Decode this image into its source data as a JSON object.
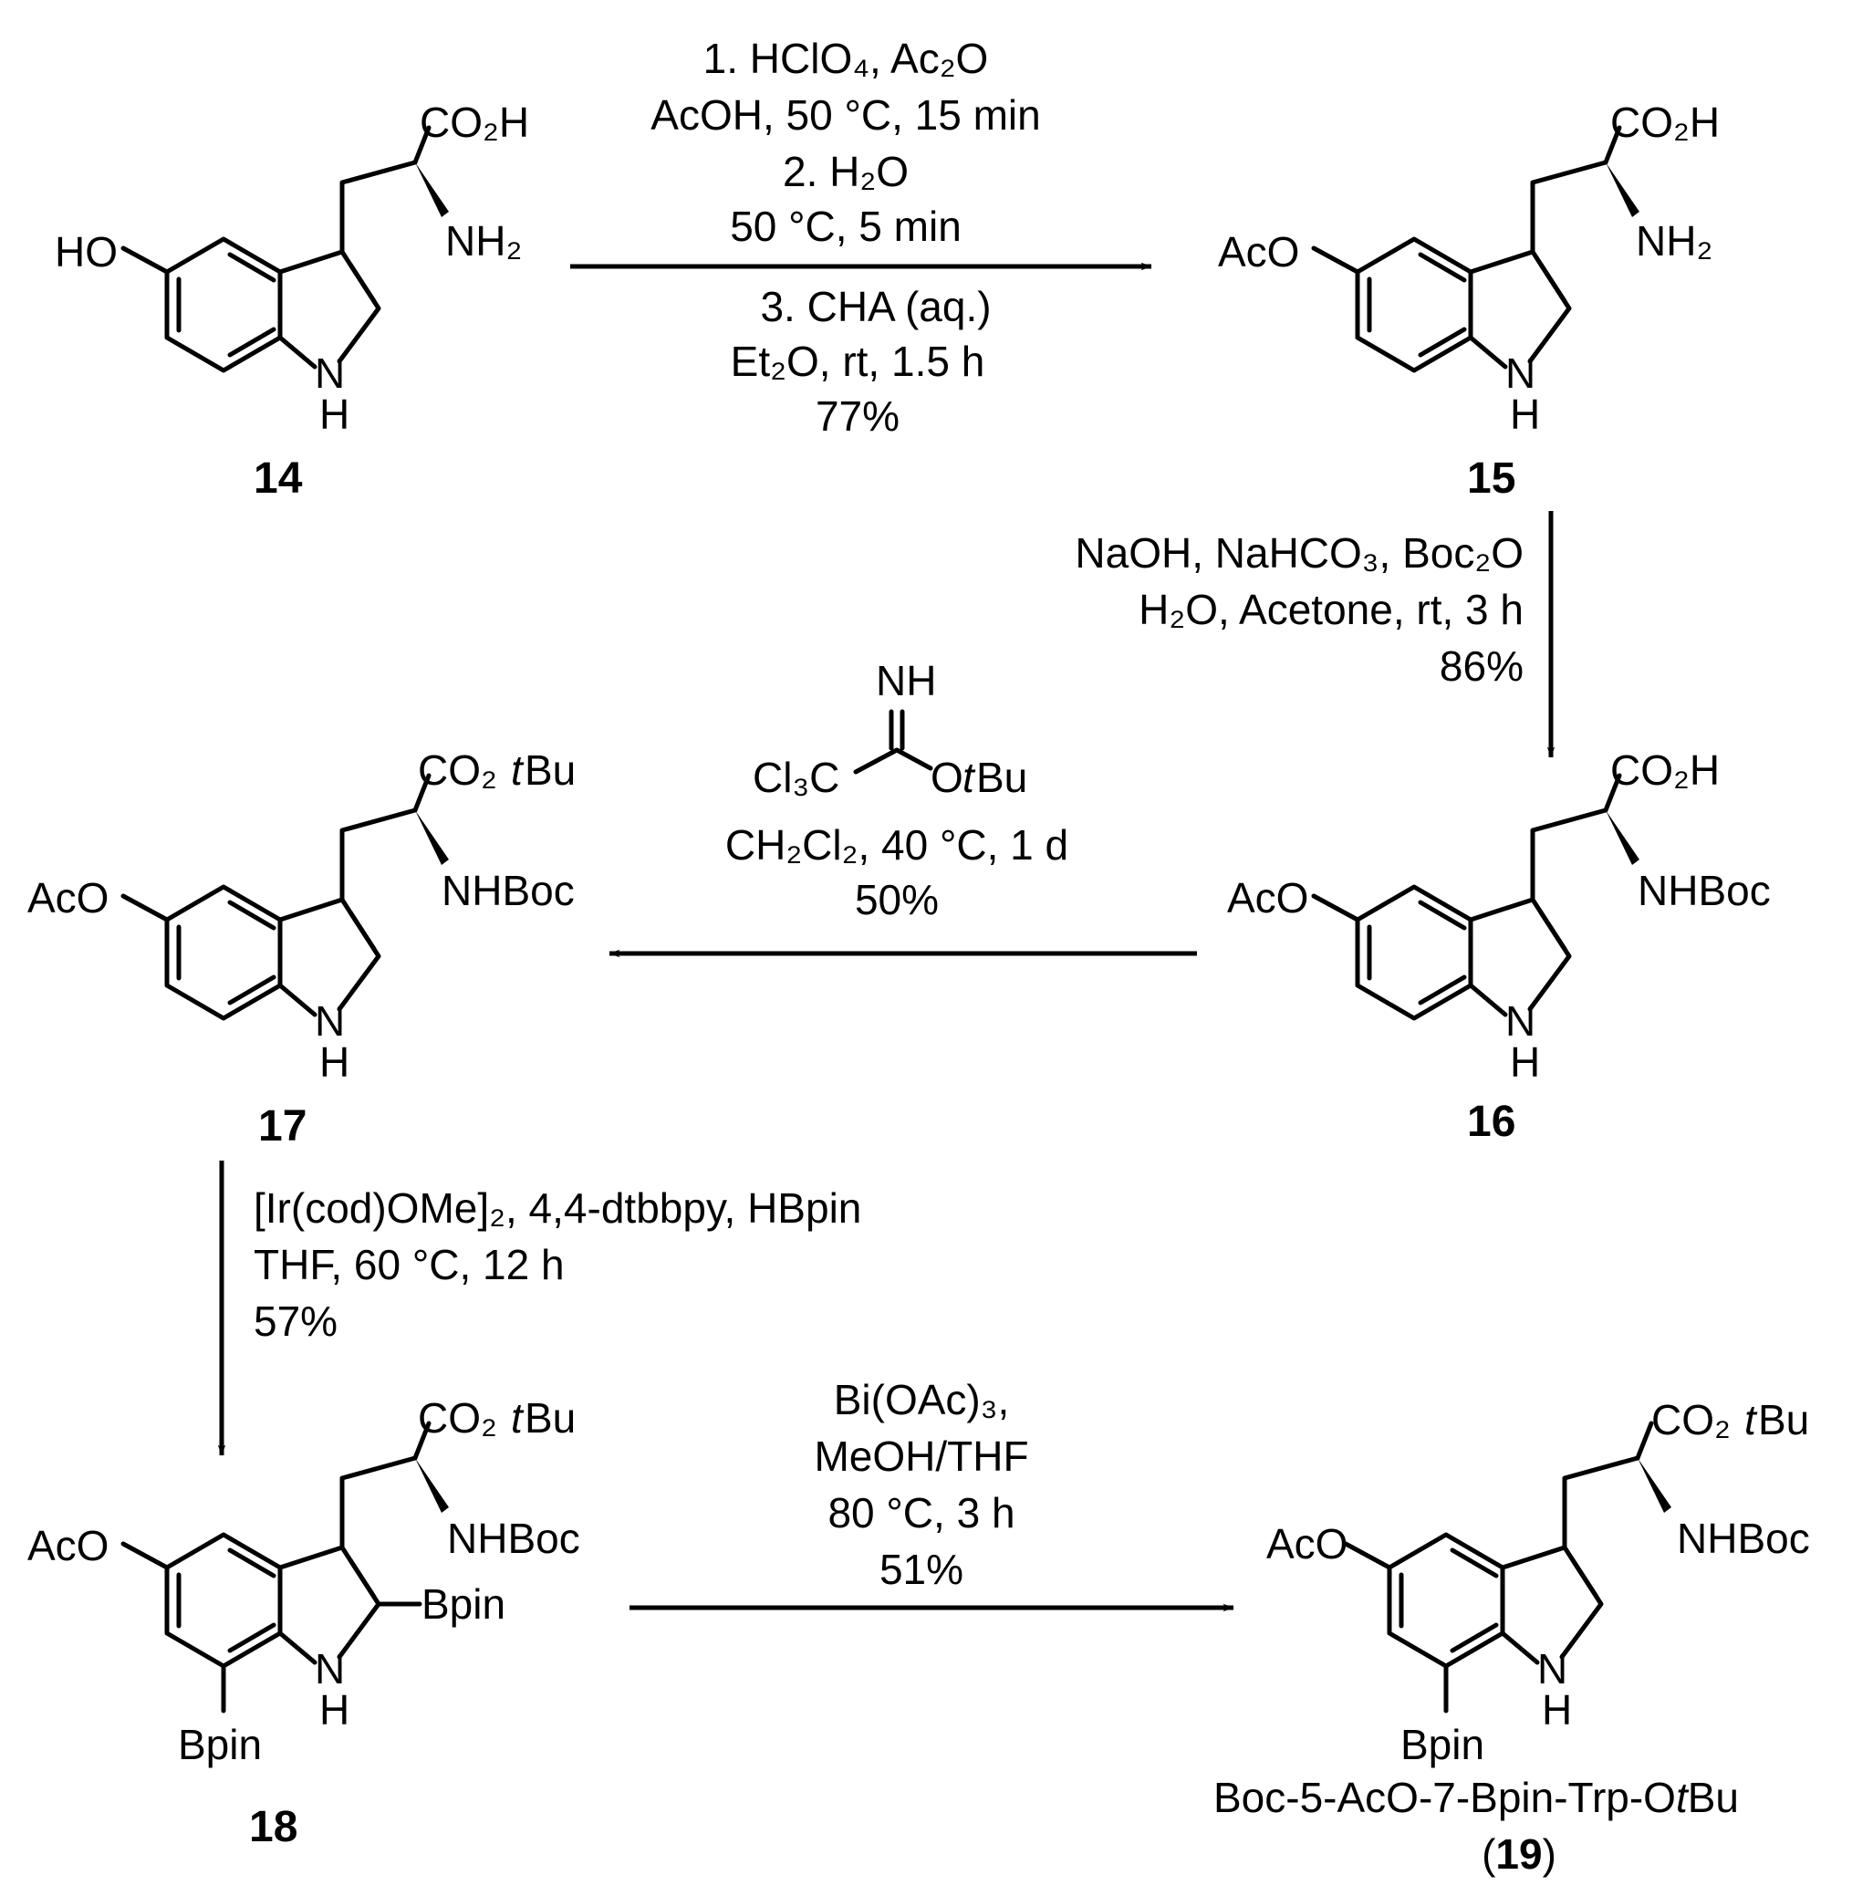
{
  "compounds": {
    "c14": {
      "label": "14",
      "sub_ho": "HO",
      "sub_co2h": "CO₂H",
      "sub_nh2": "NH₂",
      "sub_nh": "N",
      "sub_h": "H"
    },
    "c15": {
      "label": "15",
      "sub_aco": "AcO",
      "sub_co2h": "CO₂H",
      "sub_nh2": "NH₂",
      "sub_nh": "N",
      "sub_h": "H"
    },
    "c16": {
      "label": "16",
      "sub_aco": "AcO",
      "sub_co2h": "CO₂H",
      "sub_nh": "NHBoc",
      "sub_n": "N",
      "sub_h": "H"
    },
    "c17": {
      "label": "17",
      "sub_aco": "AcO",
      "sub_co2": "CO₂",
      "sub_tbu": "t",
      "sub_bu": "Bu",
      "sub_nh": "NHBoc",
      "sub_n": "N",
      "sub_h": "H"
    },
    "c18": {
      "label": "18",
      "sub_aco": "AcO",
      "sub_co2": "CO₂",
      "sub_tbu": "t",
      "sub_bu": "Bu",
      "sub_nh": "NHBoc",
      "sub_bpin2": "Bpin",
      "sub_bpin7": "Bpin",
      "sub_n": "N",
      "sub_h": "H"
    },
    "c19": {
      "name": "Boc-5-AcO-7-Bpin-Trp-O",
      "name_t": "t",
      "name_bu": "Bu",
      "label_open": "(",
      "label": "19",
      "label_close": ")",
      "sub_aco": "AcO",
      "sub_co2": "CO₂",
      "sub_tbu": "t",
      "sub_bu": "Bu",
      "sub_nh": "NHBoc",
      "sub_bpin7": "Bpin",
      "sub_n": "N",
      "sub_h": "H"
    }
  },
  "steps": {
    "s1": {
      "l1": "1. HClO₄, Ac₂O",
      "l2": "AcOH, 50 °C, 15 min",
      "l3": "2. H₂O",
      "l4": "50 °C, 5 min",
      "l5": "3. CHA (aq.)",
      "l6": "Et₂O, rt, 1.5 h",
      "l7": "77%"
    },
    "s2": {
      "l1": "NaOH, NaHCO₃, Boc₂O",
      "l2": "H₂O, Acetone, rt, 3 h",
      "l3": "86%"
    },
    "s3": {
      "nh": "NH",
      "cl3c": "Cl₃C",
      "o": "O",
      "t": "t",
      "bu": "Bu",
      "l1": "CH₂Cl₂, 40 °C, 1 d",
      "l2": "50%"
    },
    "s4": {
      "l1": "[Ir(cod)OMe]₂, 4,4-dtbbpy, HBpin",
      "l2": "THF, 60 °C, 12 h",
      "l3": "57%"
    },
    "s5": {
      "l1": "Bi(OAc)₃,",
      "l2": "MeOH/THF",
      "l3": "80 °C, 3 h",
      "l4": "51%"
    }
  }
}
